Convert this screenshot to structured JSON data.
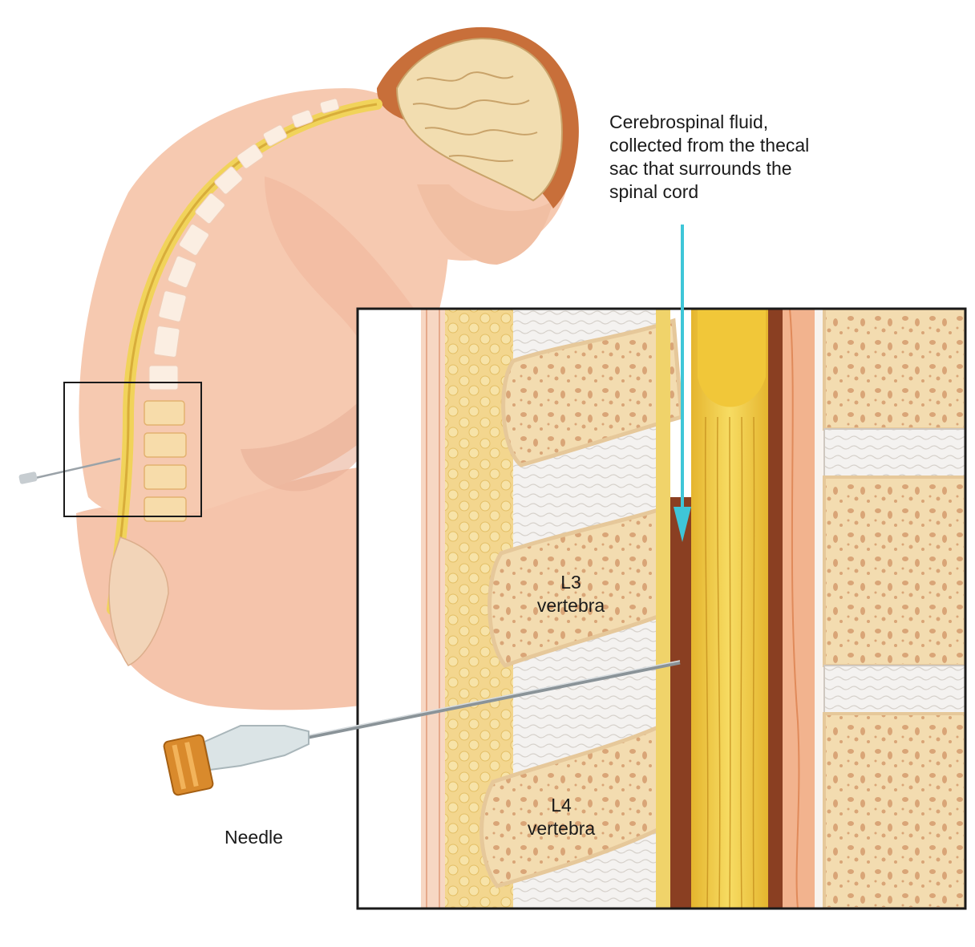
{
  "labels": {
    "csf_line1": "Cerebrospinal fluid,",
    "csf_line2": "collected from the thecal",
    "csf_line3": "sac that surrounds the",
    "csf_line4": "spinal cord",
    "l3_line1": "L3",
    "l3_line2": "vertebra",
    "l4_line1": "L4",
    "l4_line2": "vertebra",
    "needle": "Needle"
  },
  "colors": {
    "skin": "#f6c9b0",
    "skin_shadow": "#e8a88e",
    "spinal_cord": "#f1d35a",
    "bone": "#f3dcb0",
    "bone_spot": "#d9a577",
    "disc": "#e9e4e0",
    "csf_space": "#8a3f22",
    "arrow": "#3fc6d8",
    "frame": "#1a1a1a",
    "hair": "#c86f3a",
    "brain": "#f2ddb0",
    "needle_hub": "#d98a2c"
  }
}
